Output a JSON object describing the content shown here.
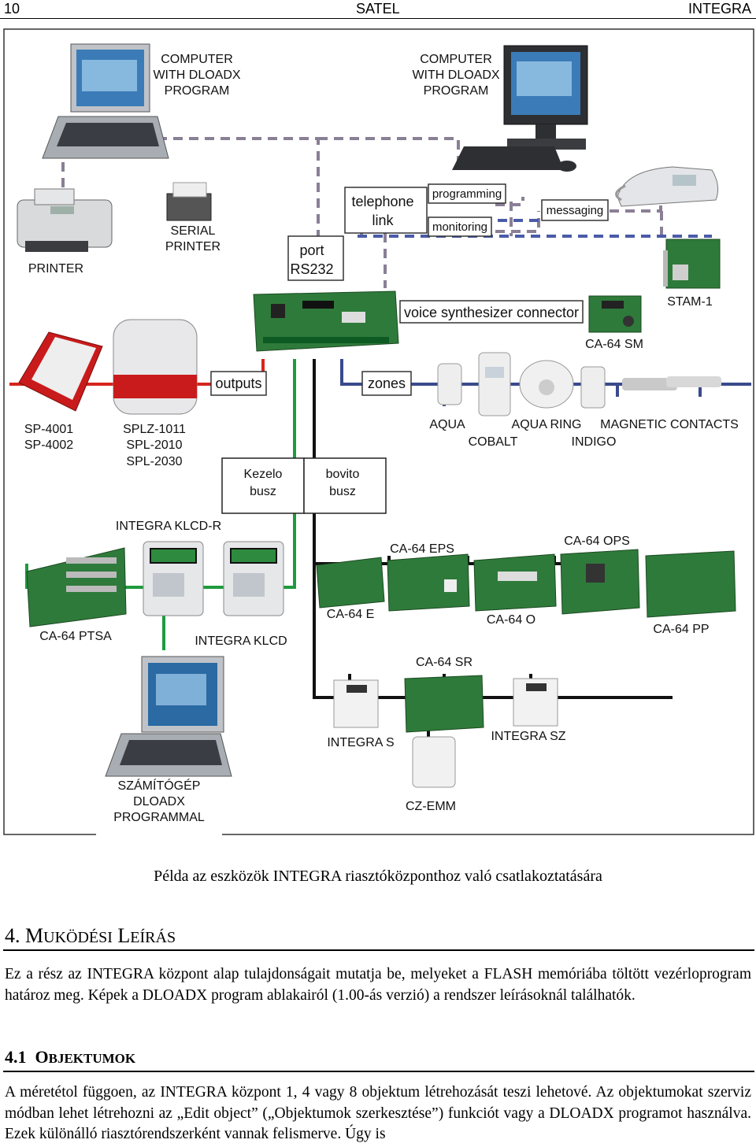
{
  "header": {
    "page_number": "10",
    "brand": "SATEL",
    "product": "INTEGRA"
  },
  "figure": {
    "computer_top_left": [
      "COMPUTER",
      "WITH DLOADX",
      "PROGRAM"
    ],
    "computer_top_right": [
      "COMPUTER",
      "WITH DLOADX",
      "PROGRAM"
    ],
    "printer": "PRINTER",
    "serial_printer": [
      "SERIAL",
      "PRINTER"
    ],
    "port_rs232": [
      "port",
      "RS232"
    ],
    "telephone_link": [
      "telephone",
      "link"
    ],
    "programming": "programming",
    "monitoring": "monitoring",
    "messaging": "messaging",
    "voice_connector": "voice synthesizer connector",
    "stam1": "STAM-1",
    "ca64sm": "CA-64 SM",
    "outputs": "outputs",
    "zones": "zones",
    "sp_sirens": [
      "SP-4001",
      "SP-4002"
    ],
    "splz_sirens": [
      "SPLZ-1011",
      "SPL-2010",
      "SPL-2030"
    ],
    "aqua": "AQUA",
    "cobalt": "COBALT",
    "aqua_ring": "AQUA RING",
    "indigo": "INDIGO",
    "magnetic": "MAGNETIC CONTACTS",
    "kezelo_busz": [
      "Kezelo",
      "busz"
    ],
    "bovito_busz": [
      "bovito",
      "busz"
    ],
    "klcd_r": "INTEGRA KLCD-R",
    "ca64eps": "CA-64 EPS",
    "ca64ops": "CA-64 OPS",
    "ca64ptsa": "CA-64 PTSA",
    "integra_klcd": "INTEGRA KLCD",
    "ca64e": "CA-64 E",
    "ca64o": "CA-64 O",
    "ca64pp": "CA-64 PP",
    "ca64sr": "CA-64 SR",
    "integra_s": "INTEGRA S",
    "integra_sz": "INTEGRA SZ",
    "czemm": "CZ-EMM",
    "szamitogep": [
      "SZÁMÍTÓGÉP",
      "DLOADX",
      "PROGRAMMAL"
    ]
  },
  "caption": "Példa az eszközök INTEGRA riasztóközponthoz való csatlakoztatására",
  "section4": {
    "number": "4.",
    "title_first1": "M",
    "title_rest1": "UKÖDÉSI",
    "title_first2": "L",
    "title_rest2": "EÍRÁS",
    "paragraph": "Ez a rész az INTEGRA központ alap tulajdonságait mutatja be, melyeket a FLASH memóriába töltött vezérloprogram határoz meg. Képek a DLOADX program ablakairól (1.00-ás verzió) a rendszer leírásoknál találhatók."
  },
  "section41": {
    "number": "4.1",
    "title_first": "O",
    "title_rest": "BJEKTUMOK",
    "paragraph": "A méretétol függoen, az INTEGRA központ 1, 4 vagy 8 objektum létrehozását teszi lehetové. Az objektumokat szerviz módban lehet létrehozni az „Edit object” („Objektumok szerkesztése”) funkciót vagy a DLOADX programot használva. Ezek különálló riasztórendszerként vannak felismerve. Úgy is"
  },
  "colors": {
    "outputs_line": "#d6251e",
    "zones_line": "#3a4a8c",
    "bus_green": "#1f9a3e",
    "dashed": "#7a6e8c"
  }
}
